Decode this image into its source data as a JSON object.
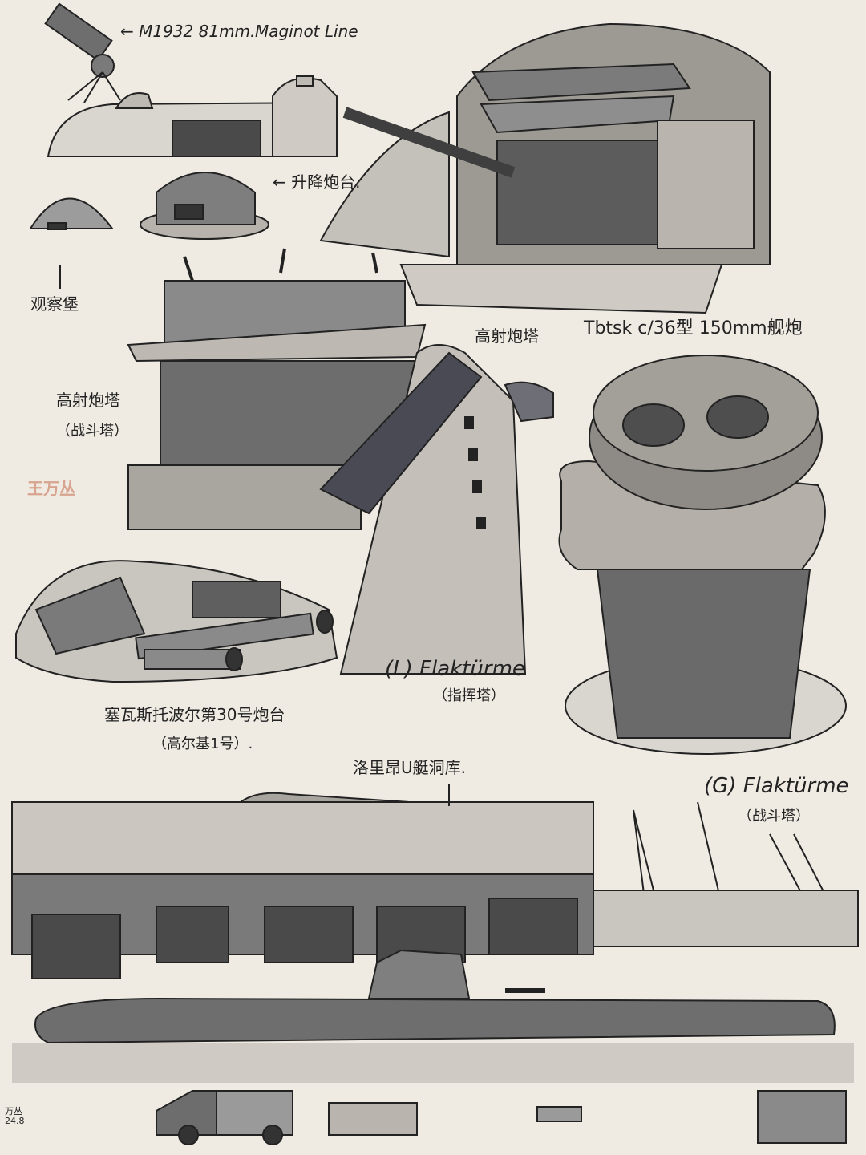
{
  "labels": {
    "m1932": "← M1932 81mm.",
    "maginot": "Maginot Line",
    "lift_turret": "← 升降炮台.",
    "observation_bunker": "观察堡",
    "tbtsk": "Tbtsk c/36型 150mm舰炮",
    "flak_tower_top_right": "高射炮塔",
    "flak_tower_left": "高射炮塔",
    "flak_tower_left_sub": "（战斗塔）",
    "l_flakturme": "(L) Flaktürme",
    "l_flakturme_sub": "（指挥塔）",
    "g_flakturme": "(G) Flaktürme",
    "g_flakturme_sub": "（战斗塔）",
    "battery30": "塞瓦斯托波尔第30号炮台",
    "battery30_sub": "（高尔基1号）.",
    "uboat_pen": "洛里昂U艇洞库.",
    "artist_stamp": "王万丛",
    "signature": "万丛 24.8"
  },
  "colors": {
    "paper": "#efebe3",
    "ink": "#222222",
    "wash_dark": "#5b5b5b",
    "wash_mid": "#8c8c8c",
    "wash_light": "#c9c6c0",
    "stamp": "#d8a48f"
  }
}
